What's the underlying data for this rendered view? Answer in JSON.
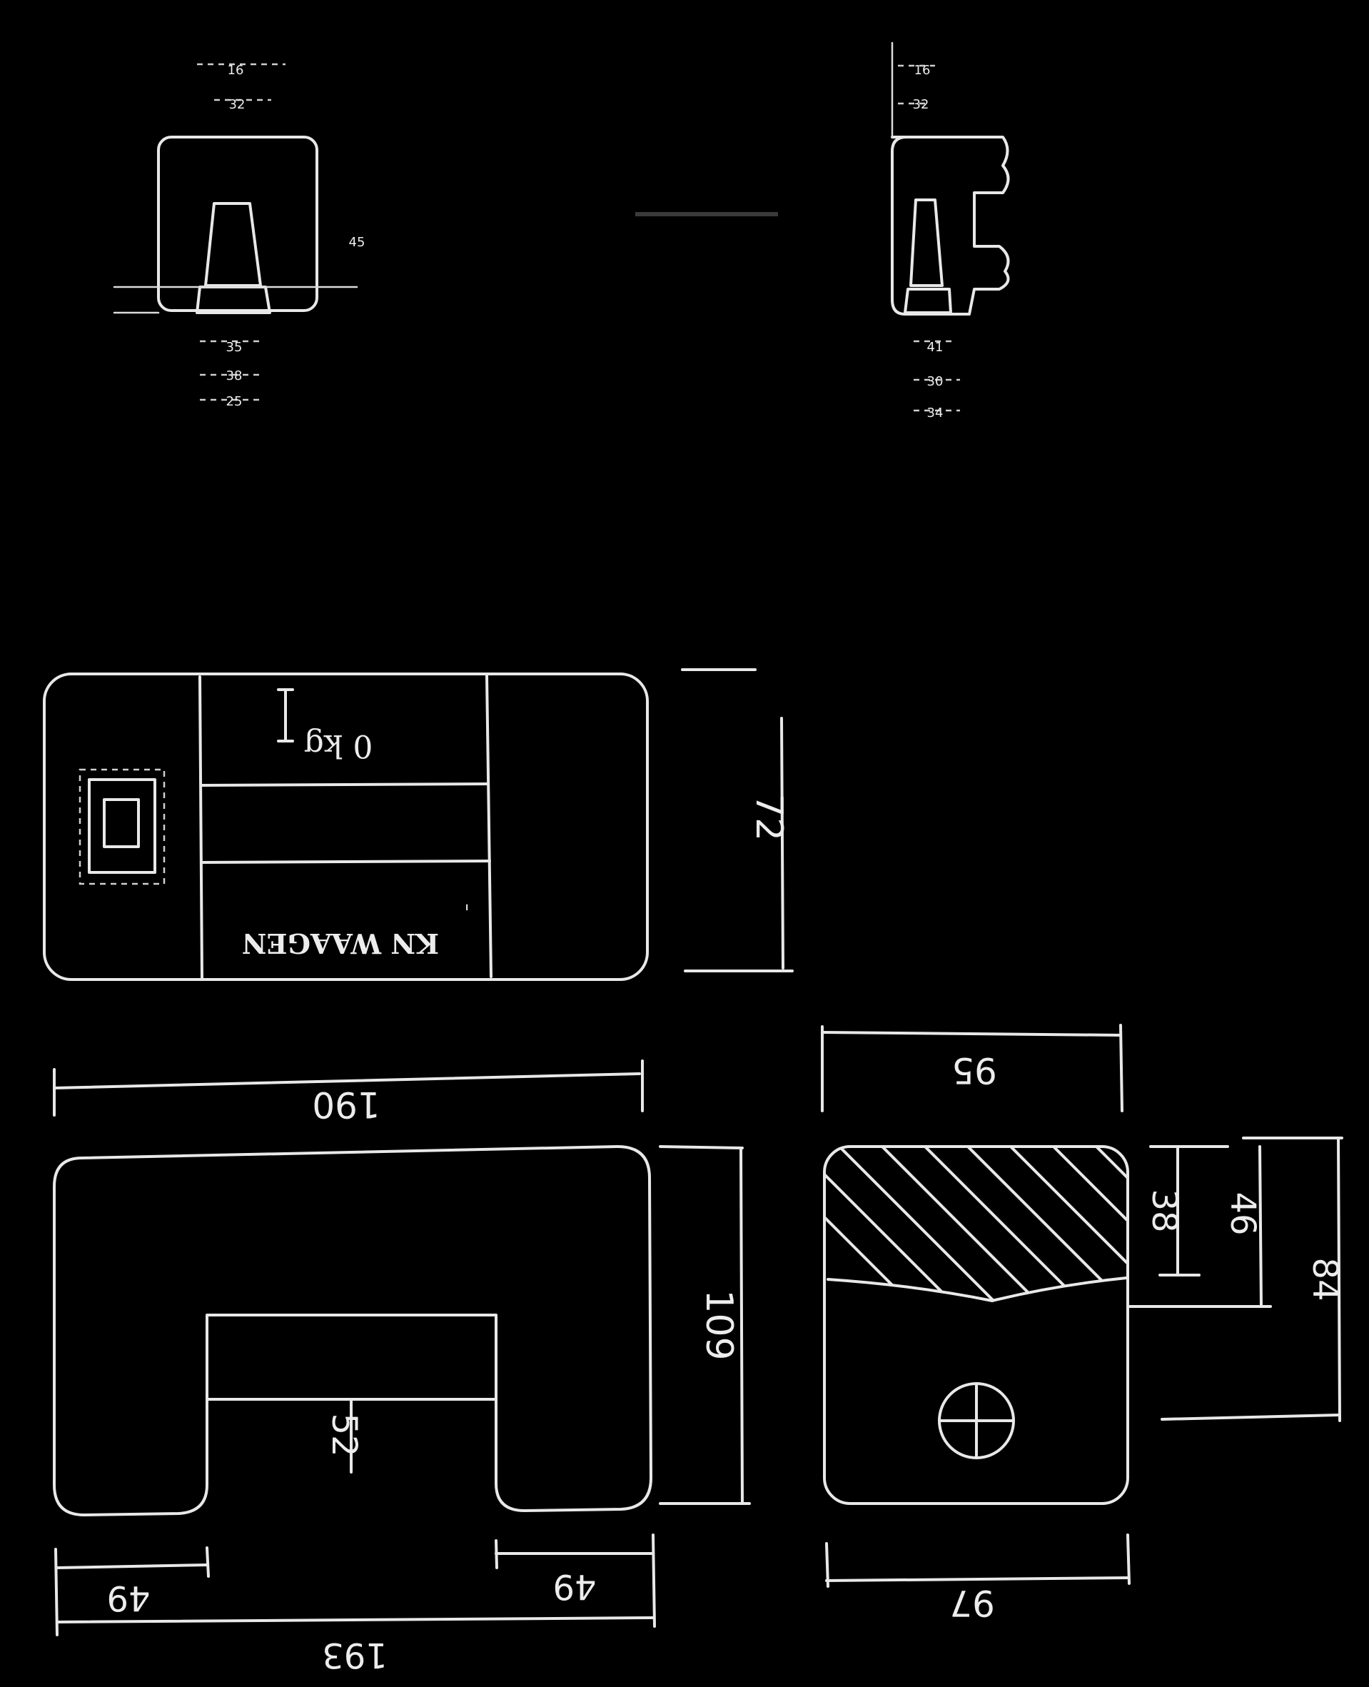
{
  "detail_views": {
    "left": {
      "top_dims": [
        "16",
        "32"
      ],
      "side_dims": [
        "45"
      ],
      "bottom_dims": [
        "35",
        "38",
        "25"
      ]
    },
    "right": {
      "top_dims": [
        "16",
        "32"
      ],
      "bottom_dims": [
        "41",
        "30",
        "34"
      ]
    }
  },
  "top_view": {
    "label_brand": "KN WAAGEN",
    "label_weight": "0 kg",
    "dim_width": "190",
    "dim_height": "72"
  },
  "front_view": {
    "dim_total": "193",
    "dim_left_foot": "49",
    "dim_right_foot": "49",
    "dim_height": "109",
    "dim_slot": "52"
  },
  "side_view": {
    "dim_top": "95",
    "dim_bottom": "97",
    "dim_38": "38",
    "dim_46": "46",
    "dim_84": "84"
  }
}
